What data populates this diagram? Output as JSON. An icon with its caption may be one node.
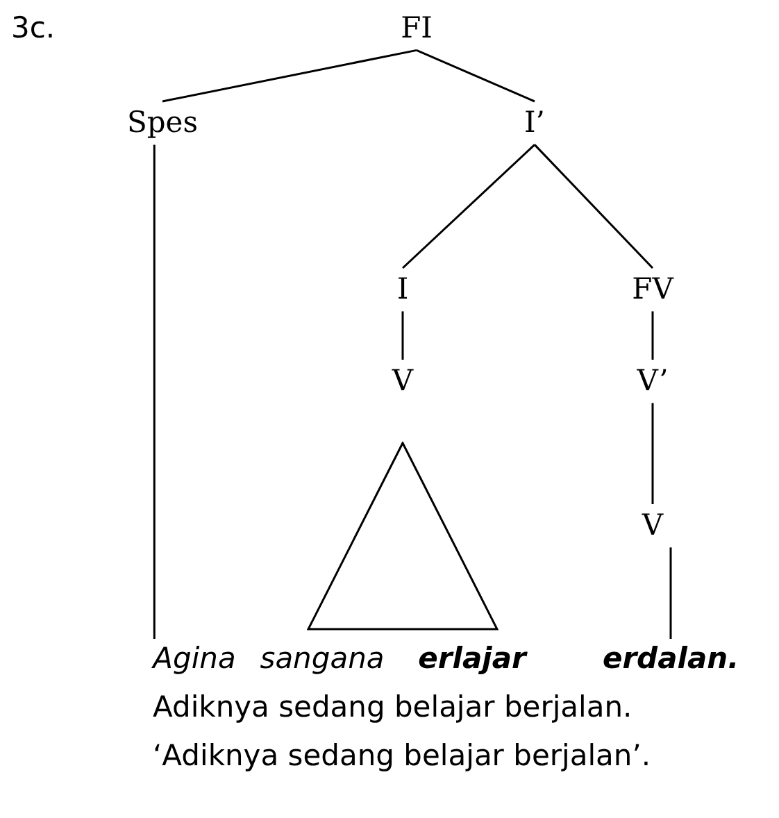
{
  "diagram": {
    "nodes": [
      {
        "text": [
          "FI"
        ]
      },
      {
        "text": [
          "Spes"
        ]
      },
      {
        "text": [
          "I’"
        ]
      },
      {
        "text": [
          "I"
        ]
      },
      {
        "text": [
          "FV"
        ]
      },
      {
        "text": [
          "V"
        ]
      },
      {
        "text": [
          "V’"
        ]
      },
      {
        "text": [
          "V"
        ]
      },
      {
        "text": [],
        "shape": "triangle"
      },
      {
        "text": [
          "Agina"
        ]
      },
      {
        "text": [
          "sangana"
        ]
      },
      {
        "text": [
          "erlajar"
        ]
      },
      {
        "text": [
          "erdalan."
        ]
      }
    ],
    "edges": [
      {
        "from": 0,
        "to": 1,
        "arrow": "none"
      },
      {
        "from": 0,
        "to": 2,
        "arrow": "none"
      },
      {
        "from": 2,
        "to": 3,
        "arrow": "none"
      },
      {
        "from": 2,
        "to": 4,
        "arrow": "none"
      },
      {
        "from": 3,
        "to": 5,
        "arrow": "none"
      },
      {
        "from": 4,
        "to": 6,
        "arrow": "none"
      },
      {
        "from": 6,
        "to": 7,
        "arrow": "none"
      },
      {
        "from": 1,
        "to": 9,
        "arrow": "none"
      },
      {
        "from": 7,
        "to": 12,
        "arrow": "none"
      }
    ],
    "labels": [
      "3c.",
      "Adiknya sedang belajar berjalan.",
      "‘Adiknya sedang belajar berjalan’."
    ]
  }
}
